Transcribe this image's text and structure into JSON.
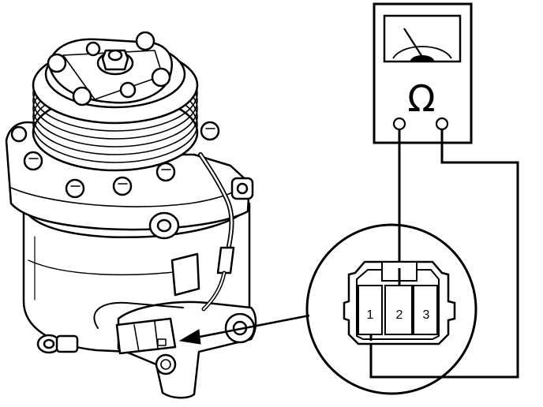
{
  "meter": {
    "symbol": "Ω"
  },
  "connector": {
    "pins": [
      {
        "label": "1"
      },
      {
        "label": "2"
      },
      {
        "label": "3"
      }
    ]
  },
  "colors": {
    "line": "#000000",
    "background": "#ffffff"
  }
}
